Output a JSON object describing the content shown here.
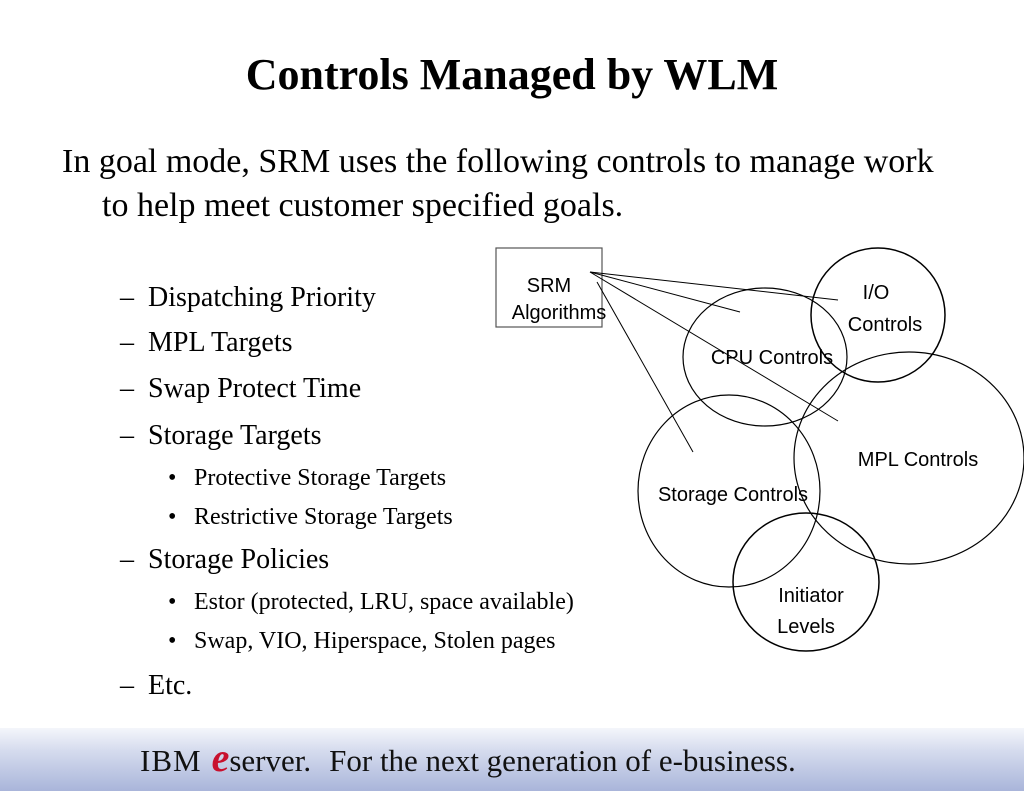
{
  "title": "Controls Managed by WLM",
  "intro": "In goal mode, SRM uses the following controls to manage work to help meet customer specified goals.",
  "bullets": {
    "dispatching": "Dispatching Priority",
    "mpl_targets": "MPL Targets",
    "swap_protect": "Swap Protect Time",
    "storage_targets": "Storage Targets",
    "protective": "Protective Storage Targets",
    "restrictive": "Restrictive Storage Targets",
    "storage_policies": "Storage Policies",
    "estor": "Estor (protected, LRU, space available)",
    "swap": "Swap, VIO, Hiperspace, Stolen pages",
    "etc": "Etc."
  },
  "markers": {
    "dash": "–",
    "dot": "•"
  },
  "diagram": {
    "srm_line1": "SRM",
    "srm_line2": "Algorithms",
    "io_line1": "I/O",
    "io_line2": "Controls",
    "cpu": "CPU Controls",
    "mpl": "MPL Controls",
    "storage": "Storage Controls",
    "initiator_line1": "Initiator",
    "initiator_line2": "Levels"
  },
  "footer": {
    "ibm": "IBM",
    "e_logo": "e",
    "server": "server.",
    "tagline": "For the next generation of e-business."
  }
}
